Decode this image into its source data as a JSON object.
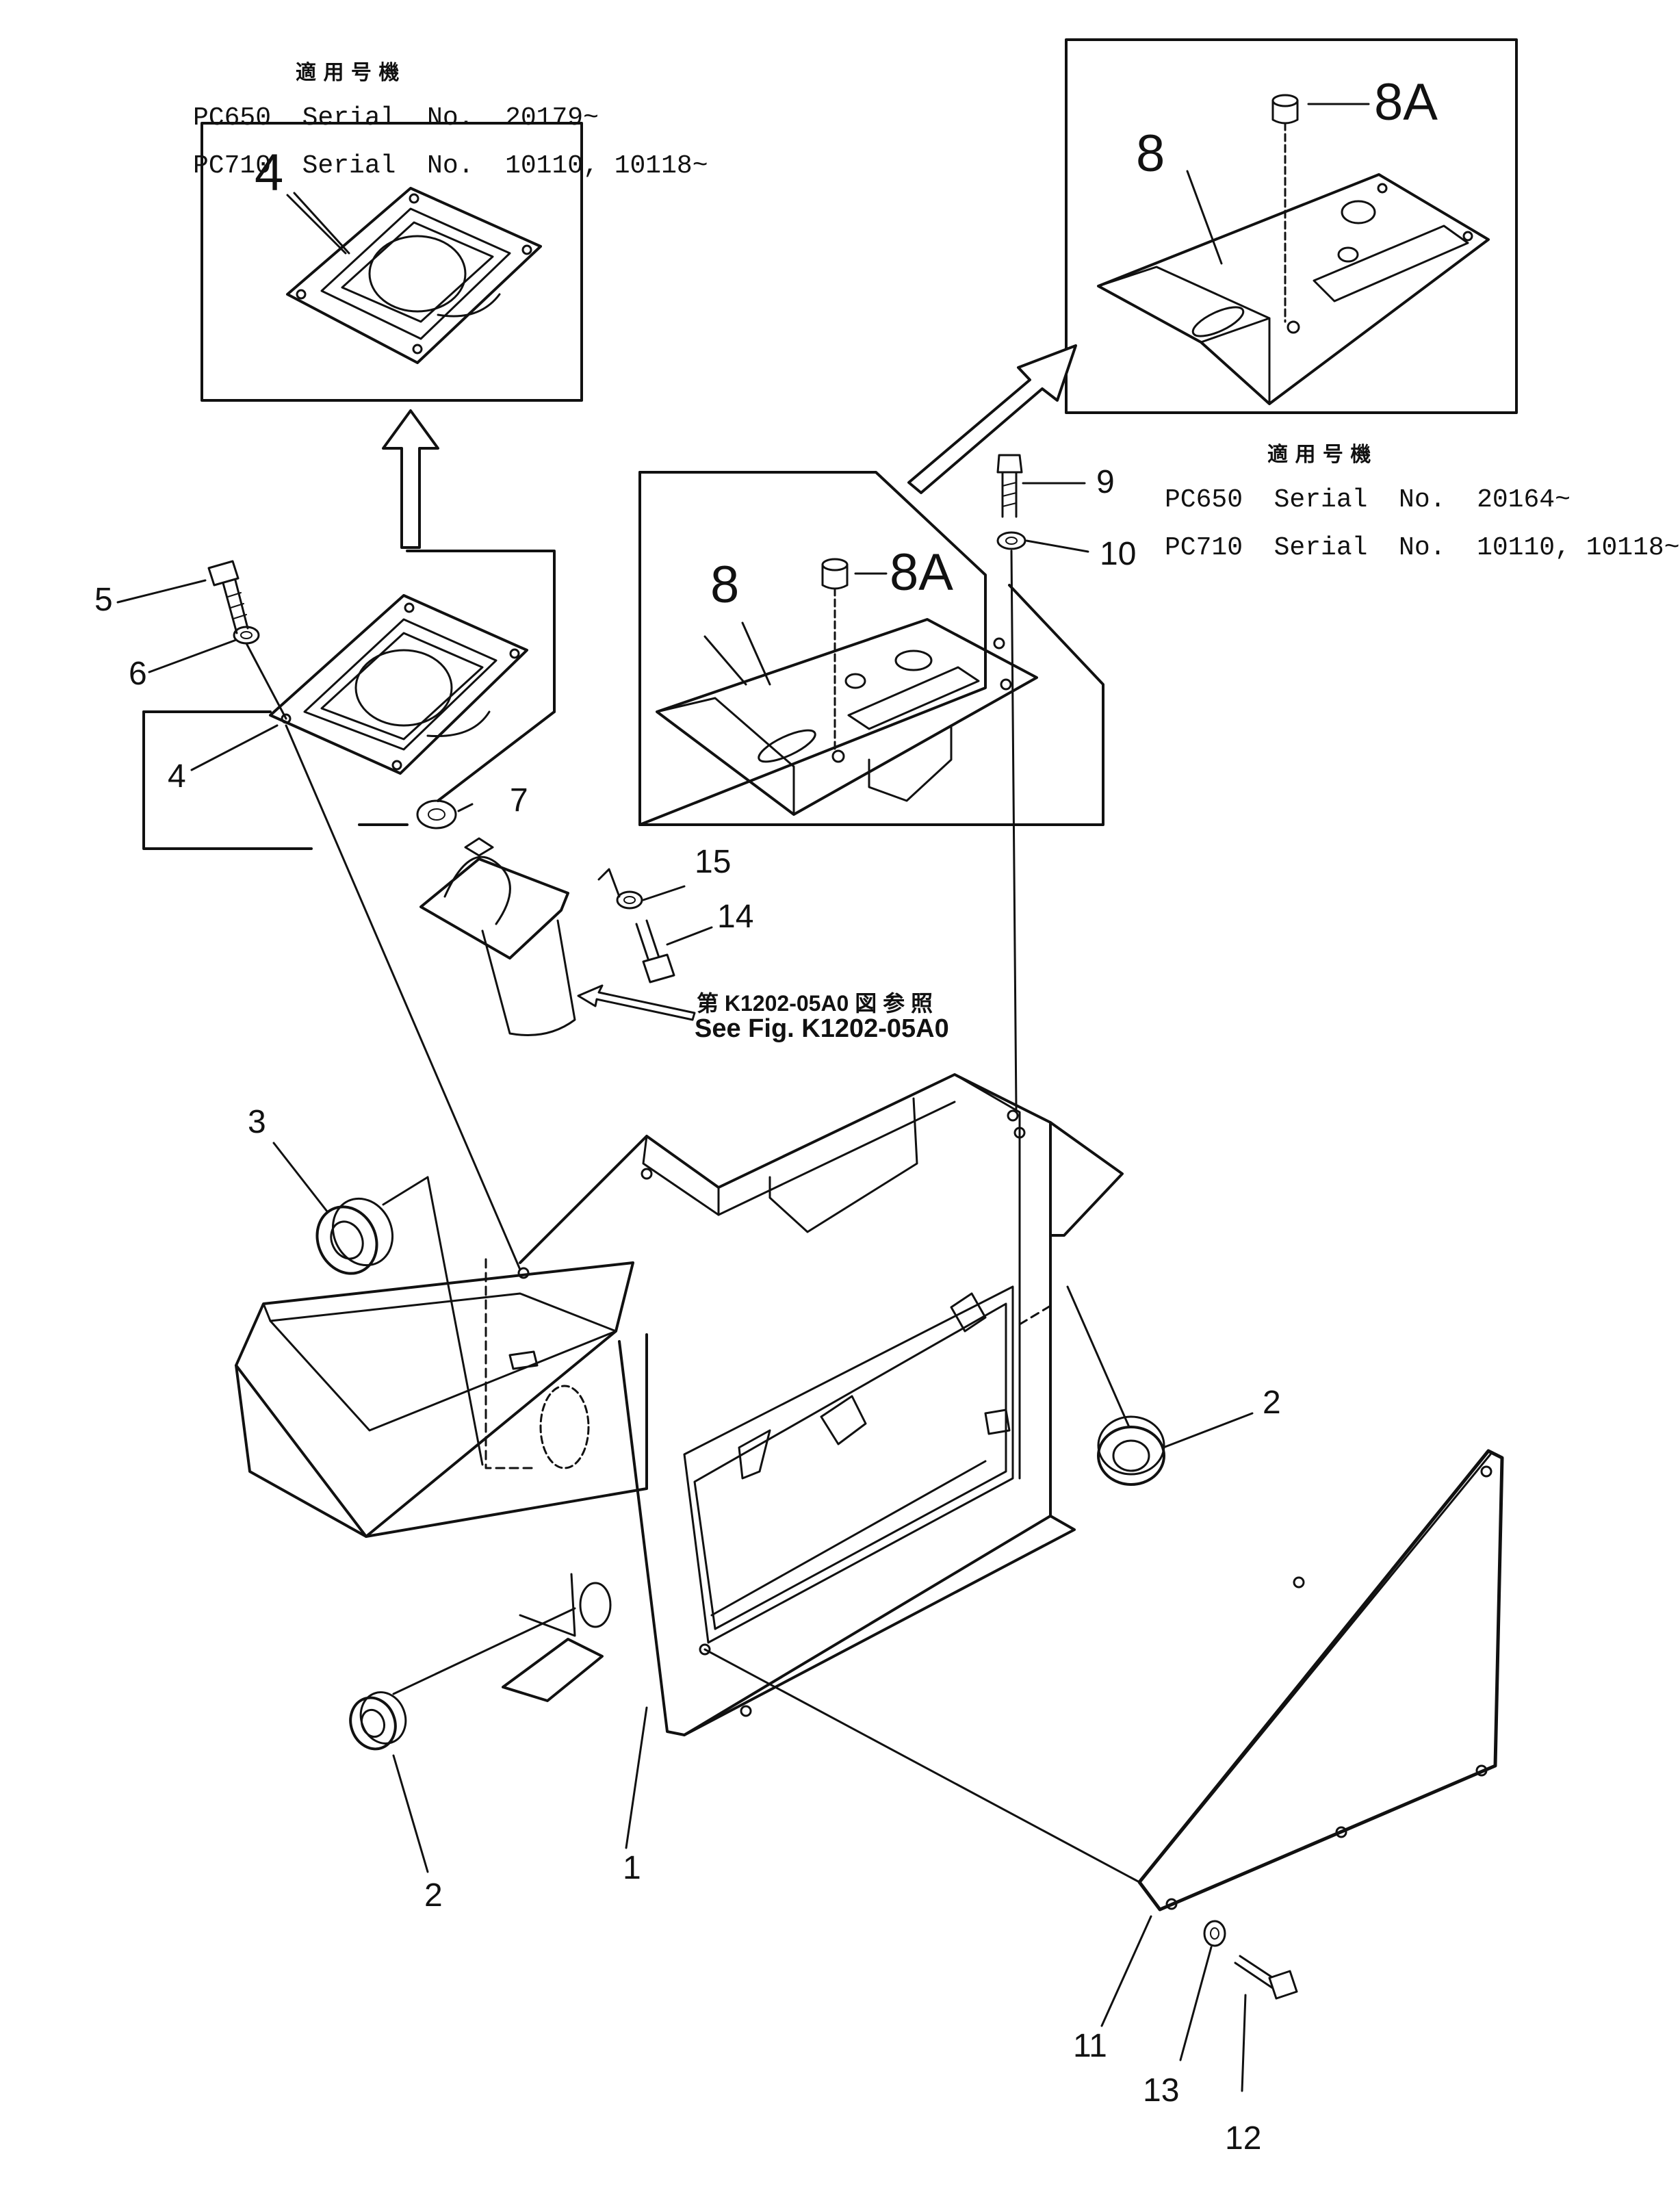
{
  "applicability_left": {
    "heading": "適 用 号 機",
    "line1": "PC650  Serial  No.  20179~",
    "line2": "PC710  Serial  No.  10110, 10118~"
  },
  "applicability_right": {
    "heading": "適 用 号 機",
    "line1": "PC650  Serial  No.  20164~",
    "line2": "PC710  Serial  No.  10110, 10118~"
  },
  "reference": {
    "jp": "第 K1202-05A0 図 参 照",
    "en": "See Fig. K1202-05A0"
  },
  "callouts": {
    "p1": "1",
    "p2a": "2",
    "p2b": "2",
    "p3": "3",
    "p4_inset": "4",
    "p4": "4",
    "p5": "5",
    "p6": "6",
    "p7": "7",
    "p8_inset": "8",
    "p8A_inset": "8A",
    "p8": "8",
    "p8A": "8A",
    "p9": "9",
    "p10": "10",
    "p11": "11",
    "p12": "12",
    "p13": "13",
    "p14": "14",
    "p15": "15"
  }
}
